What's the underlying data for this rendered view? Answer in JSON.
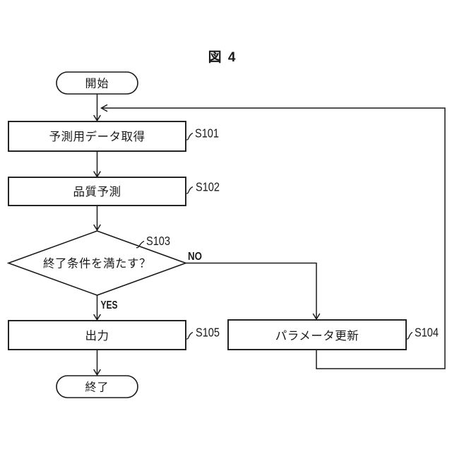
{
  "figure": {
    "title": "図 4"
  },
  "flowchart": {
    "nodes": {
      "start": {
        "label": "開始"
      },
      "s101": {
        "label": "予測用データ取得",
        "step": "S101"
      },
      "s102": {
        "label": "品質予測",
        "step": "S102"
      },
      "s103": {
        "label": "終了条件を満たす？",
        "step": "S103"
      },
      "s104": {
        "label": "パラメータ更新",
        "step": "S104"
      },
      "s105": {
        "label": "出力",
        "step": "S105"
      },
      "end": {
        "label": "終了"
      }
    },
    "branches": {
      "yes": "YES",
      "no": "NO"
    }
  },
  "colors": {
    "line": "#1a1a1a",
    "background": "#ffffff"
  }
}
